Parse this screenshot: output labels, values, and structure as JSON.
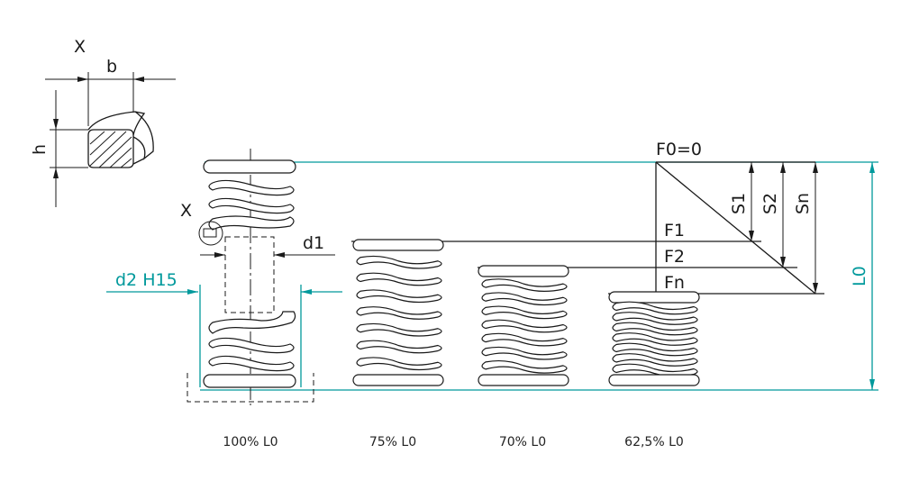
{
  "detail": {
    "marker": "X",
    "width_label": "b",
    "height_label": "h"
  },
  "free_spring": {
    "detail_marker": "X",
    "inner_dim": "d1",
    "hole_dim": "d2 H15"
  },
  "diagram": {
    "force_zero": "F0=0",
    "forces": [
      "F1",
      "F2",
      "Fn"
    ],
    "travels": [
      "S1",
      "S2",
      "Sn"
    ],
    "free_length": "L0"
  },
  "springs": [
    {
      "caption": "100% L0"
    },
    {
      "caption": "75% L0"
    },
    {
      "caption": "70% L0"
    },
    {
      "caption": "62,5% L0"
    }
  ],
  "colors": {
    "dimension_accent": "#00999c",
    "line": "#1a1a1a"
  }
}
